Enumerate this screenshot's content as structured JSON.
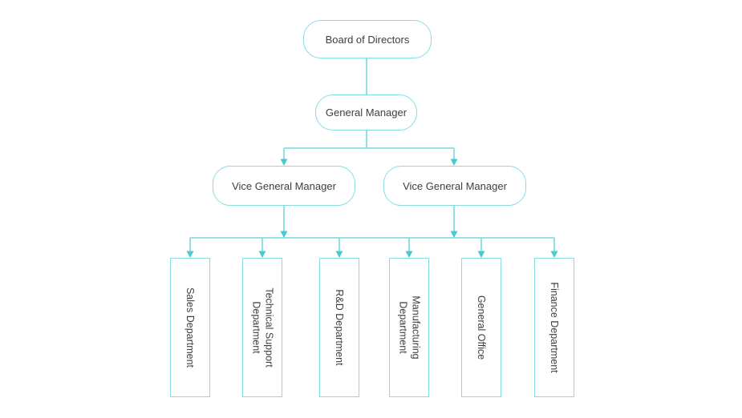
{
  "diagram_type": "org-chart",
  "nodes": {
    "board": {
      "label": "Board of Directors"
    },
    "general_manager": {
      "label": "General Manager"
    },
    "vice_general_manager_left": {
      "label": "Vice General Manager"
    },
    "vice_general_manager_right": {
      "label": "Vice General Manager"
    },
    "departments": [
      {
        "label": "Sales Department"
      },
      {
        "label": "Technical Support\nDepartment"
      },
      {
        "label": "R&D Department"
      },
      {
        "label": "Manufacturing\nDepartment"
      },
      {
        "label": "General Office"
      },
      {
        "label": "Finance Department"
      }
    ]
  },
  "edges": [
    {
      "from": "Board of Directors",
      "to": "General Manager",
      "arrow": false
    },
    {
      "from": "General Manager",
      "to": "Vice General Manager (left)",
      "arrow": true
    },
    {
      "from": "General Manager",
      "to": "Vice General Manager (right)",
      "arrow": true
    },
    {
      "from": "Vice General Manager (left)",
      "to": "department bus",
      "arrow": true
    },
    {
      "from": "Vice General Manager (right)",
      "to": "department bus",
      "arrow": true
    },
    {
      "from": "department bus",
      "to": "Sales Department",
      "arrow": true
    },
    {
      "from": "department bus",
      "to": "Technical Support Department",
      "arrow": true
    },
    {
      "from": "department bus",
      "to": "R&D Department",
      "arrow": true
    },
    {
      "from": "department bus",
      "to": "Manufacturing Department",
      "arrow": true
    },
    {
      "from": "department bus",
      "to": "General Office",
      "arrow": true
    },
    {
      "from": "department bus",
      "to": "Finance Department",
      "arrow": true
    }
  ],
  "colors": {
    "line": "#86dde4",
    "arrowhead": "#4ac9d4",
    "node_border": "#86dde4",
    "node_fill": "#ffffff",
    "text": "#3e3e3e",
    "background": "#ffffff"
  }
}
